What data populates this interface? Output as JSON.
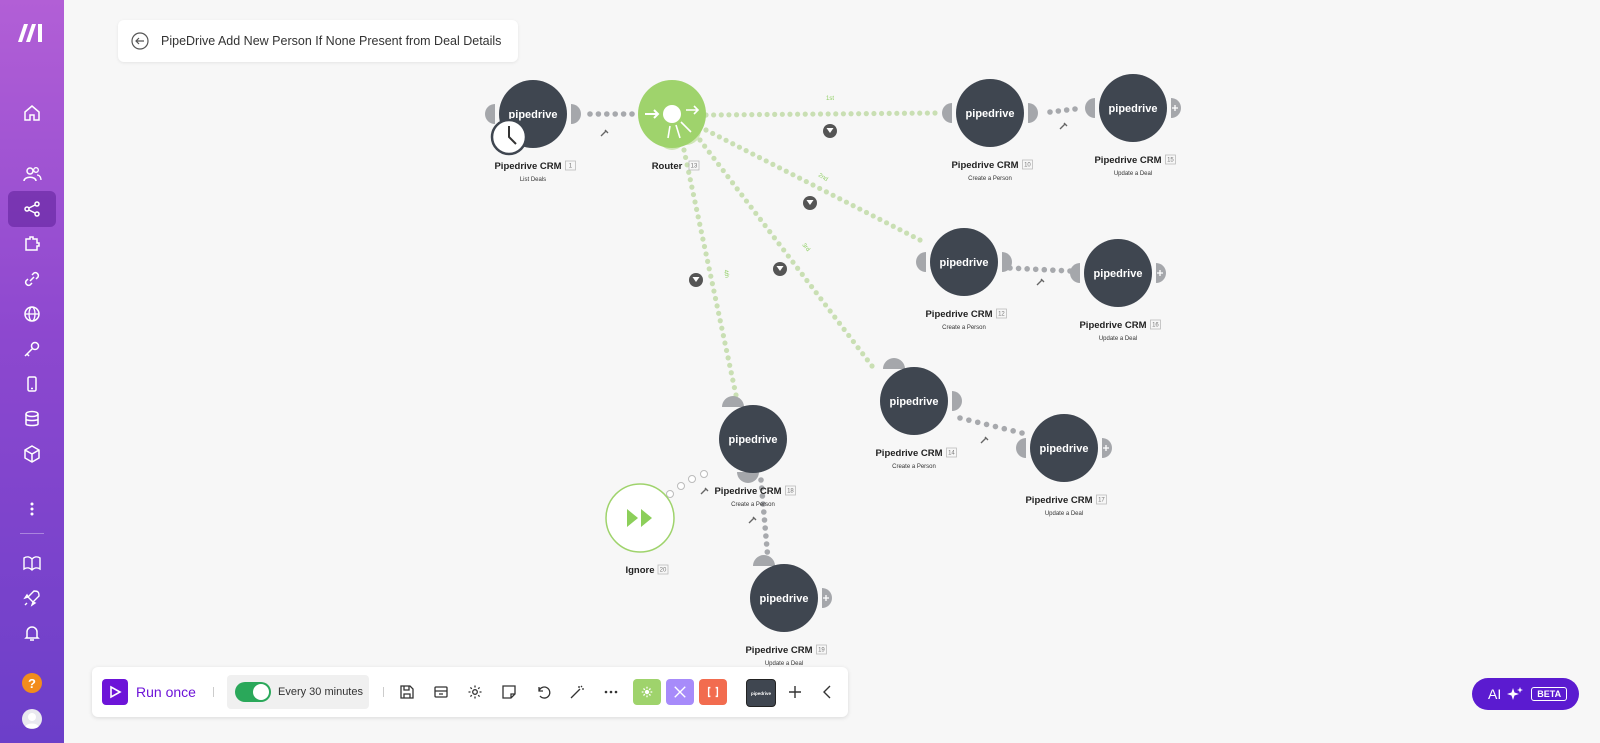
{
  "scenario": {
    "title": "PipeDrive Add New Person If None Present from Deal Details"
  },
  "sidebar": {
    "items": [
      {
        "name": "home-icon"
      },
      {
        "name": "team-icon"
      },
      {
        "name": "scenarios-icon"
      },
      {
        "name": "templates-icon"
      },
      {
        "name": "connections-icon"
      },
      {
        "name": "webhooks-icon"
      },
      {
        "name": "keys-icon"
      },
      {
        "name": "devices-icon"
      },
      {
        "name": "data-stores-icon"
      },
      {
        "name": "data-structures-icon"
      },
      {
        "name": "more-icon"
      },
      {
        "name": "resource-hub-icon"
      },
      {
        "name": "rocket-icon"
      },
      {
        "name": "notifications-icon"
      }
    ],
    "help_label": "?"
  },
  "canvas": {
    "brand": "pipedrive",
    "nodes": [
      {
        "id": "n1",
        "label": "Pipedrive CRM",
        "num": "1",
        "sub": "List Deals"
      },
      {
        "id": "router",
        "label": "Router",
        "num": "13",
        "sub": ""
      },
      {
        "id": "n10",
        "label": "Pipedrive CRM",
        "num": "10",
        "sub": "Create a Person"
      },
      {
        "id": "n15",
        "label": "Pipedrive CRM",
        "num": "15",
        "sub": "Update a Deal"
      },
      {
        "id": "n12",
        "label": "Pipedrive CRM",
        "num": "12",
        "sub": "Create a Person"
      },
      {
        "id": "n16",
        "label": "Pipedrive CRM",
        "num": "16",
        "sub": "Update a Deal"
      },
      {
        "id": "n14",
        "label": "Pipedrive CRM",
        "num": "14",
        "sub": "Create a Person"
      },
      {
        "id": "n17",
        "label": "Pipedrive CRM",
        "num": "17",
        "sub": "Update a Deal"
      },
      {
        "id": "n18",
        "label": "Pipedrive CRM",
        "num": "18",
        "sub": "Create a Person"
      },
      {
        "id": "n19",
        "label": "Pipedrive CRM",
        "num": "19",
        "sub": "Update a Deal"
      },
      {
        "id": "ignore",
        "label": "Ignore",
        "num": "20",
        "sub": ""
      }
    ],
    "route_labels": [
      "1st",
      "2nd",
      "3rd",
      "4th"
    ]
  },
  "toolbar": {
    "run_label": "Run once",
    "schedule_label": "Every 30 minutes",
    "schedule_on": true,
    "icons": [
      "save-icon",
      "blueprint-icon",
      "settings-icon",
      "notes-icon",
      "undo-icon",
      "auto-align-icon",
      "more-icon"
    ],
    "pd_label": "pipedrive"
  },
  "ai": {
    "label": "AI",
    "badge": "BETA"
  },
  "colors": {
    "accent": "#6d14d8",
    "router": "#9fd36c",
    "node": "#3f4650",
    "toggle": "#2aa85a"
  }
}
